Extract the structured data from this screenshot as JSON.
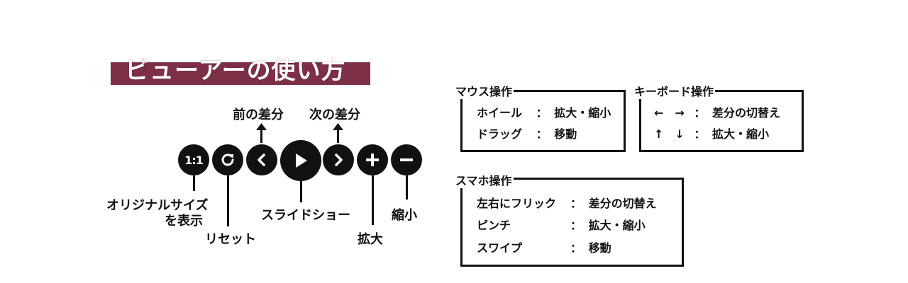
{
  "title": "ビューアーの使い方",
  "controls": {
    "original_size_label": "1:1",
    "prev_diff_label": "前の差分",
    "next_diff_label": "次の差分",
    "original_size_caption_1": "オリジナルサイズ",
    "original_size_caption_2": "を表示",
    "reset_label": "リセット",
    "slideshow_label": "スライドショー",
    "zoom_in_label": "拡大",
    "zoom_out_label": "縮小"
  },
  "mouse": {
    "legend": "マウス操作",
    "rows": [
      {
        "key": "ホイール",
        "sep": "：",
        "action": "拡大・縮小"
      },
      {
        "key": "ドラッグ",
        "sep": "：",
        "action": "移動"
      }
    ]
  },
  "keyboard": {
    "legend": "キーボード操作",
    "rows": [
      {
        "key": "←　→",
        "sep": "：",
        "action": "差分の切替え"
      },
      {
        "key": "↑　↓",
        "sep": "：",
        "action": "拡大・縮小"
      }
    ]
  },
  "smartphone": {
    "legend": "スマホ操作",
    "rows": [
      {
        "key": "左右にフリック",
        "sep": "：",
        "action": "差分の切替え"
      },
      {
        "key": "ピンチ",
        "sep": "：",
        "action": "拡大・縮小"
      },
      {
        "key": "スワイプ",
        "sep": "：",
        "action": "移動"
      }
    ]
  }
}
